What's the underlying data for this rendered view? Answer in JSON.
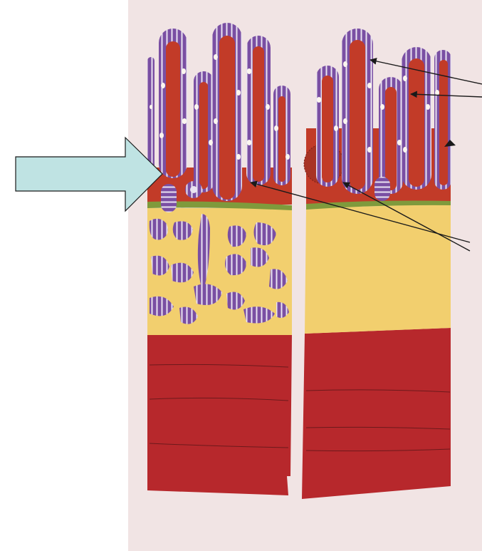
{
  "figure": {
    "subject": "",
    "panels": [
      {
        "id": "left-panel",
        "layers": [
          "villi",
          "lamina-propria-glands",
          "submucosa-glands",
          "muscularis"
        ]
      },
      {
        "id": "right-panel",
        "layers": [
          "villi",
          "lamina-propria",
          "submucosa",
          "muscularis"
        ]
      }
    ],
    "pointer_arrow": {
      "color": "#bfe3e3",
      "outline": "#1a1a1a",
      "direction": "right"
    },
    "leader_lines": {
      "count": 4,
      "color": "#1a1a1a",
      "labels_visible": false
    }
  },
  "colors": {
    "background_panel": "#f1e4e4",
    "villus_core": "#c23b28",
    "epithelium": "#7a4fa3",
    "epithelium_light": "#e9e3f1",
    "goblet_cell": "#fbf6ef",
    "muscularis_mucosae": "#7f9a3c",
    "submucosa": "#f2cf6e",
    "muscularis_externa": "#b7282c",
    "muscle_line": "#5a1618"
  }
}
